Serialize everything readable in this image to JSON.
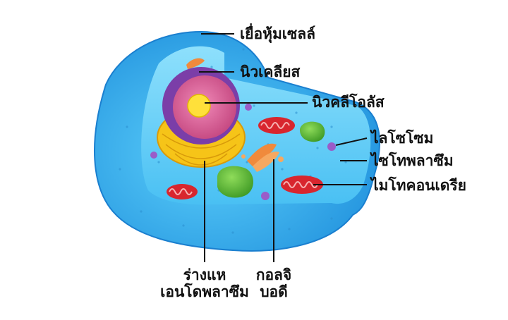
{
  "labels": {
    "cell_membrane": "เยื่อหุ้มเซลล์",
    "nucleus": "นิวเคลียส",
    "nucleolus": "นิวคลีโอลัส",
    "lysosome": "ไลโซโซม",
    "cytoplasm": "ไซโทพลาซึม",
    "mitochondria": "ไมโทคอนเดรีย",
    "er_line1": "ร่างแห",
    "er_line2": "เอนโดพลาซึม",
    "golgi_line1": "กอลจิ",
    "golgi_line2": "บอดี"
  },
  "colors": {
    "cell_outer": "#2fa9ec",
    "cell_inner": "#4cc3f5",
    "cytoplasm_floor": "#79d6fa",
    "nucleus_envelope": "#7b3ea8",
    "nucleus_inner": "#e06a9c",
    "nucleolus": "#ffe03a",
    "er": "#f6c418",
    "mitochondria": "#d8262e",
    "vacuole": "#5bb43a",
    "golgi": "#f08a3c",
    "lysosome": "#9a5cc8",
    "leader_line": "#111111"
  }
}
